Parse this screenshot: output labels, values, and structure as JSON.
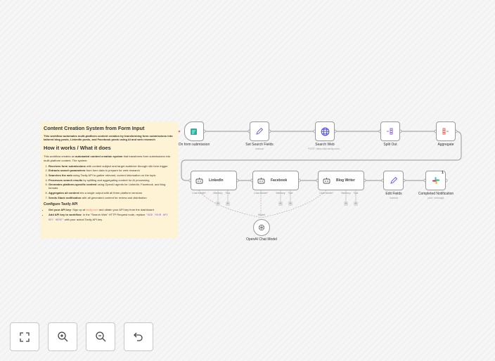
{
  "sticky_note": {
    "title": "Content Creation System from Form Input",
    "intro": "This workflow automates multi-platform content creation by transforming form submissions into tailored blog posts, LinkedIn posts, and Facebook posts using AI and web research",
    "how_title": "How it works / What it does",
    "how_intro_pre": "This workflow creates an ",
    "how_intro_bold": "automated content creation system",
    "how_intro_post": " that transforms form submissions into multi-platform content. The system:",
    "steps": [
      {
        "bold": "Receives form submissions",
        "text": " with content subject and target audience through n8n form trigger"
      },
      {
        "bold": "Extracts search parameters",
        "text": " from form data to prepare for web research"
      },
      {
        "bold": "Searches the web",
        "text": " using Tavily API to gather relevant, current information on the topic"
      },
      {
        "bold": "Processes search results",
        "text": " by splitting and aggregating content for AI processing"
      },
      {
        "bold": "Generates platform-specific content",
        "text": " using OpenAI agents for LinkedIn, Facebook, and blog formats"
      },
      {
        "bold": "Aggregates all content",
        "text": " into a single output with all three platform versions"
      },
      {
        "bold": "Sends Slack notification",
        "text": " with all generated content for review and distribution"
      }
    ],
    "config_title": "Configure Tavily API",
    "config_items": [
      {
        "bold": "Get your API key",
        "pre": ": Sign up at ",
        "link": "tavily.com",
        "post": " and obtain your API key from the dashboard"
      },
      {
        "bold": "Add API key to workflow",
        "pre": ": In the \"Search Web\" HTTP Request node, replace ",
        "code": "\"ADD YOUR API KEY HERE\"",
        "post": " with your actual Tavily API key"
      }
    ]
  },
  "nodes": {
    "form": {
      "label": "On form submission"
    },
    "set_search": {
      "label": "Set Search Fields",
      "sub": "manual"
    },
    "search_web": {
      "label": "Search Web",
      "sub": "POST: https://api.tavily.com/..."
    },
    "split_out": {
      "label": "Split Out"
    },
    "aggregate": {
      "label": "Aggregate"
    },
    "linkedin": {
      "label": "LinkedIn"
    },
    "facebook": {
      "label": "Facebook"
    },
    "blog": {
      "label": "Blog Writer"
    },
    "edit_fields": {
      "label": "Edit Fields",
      "sub": "manual"
    },
    "slack": {
      "label": "Completed Notification",
      "sub": "post: message",
      "badge": "1"
    },
    "openai": {
      "label": "OpenAI Chat Model",
      "port": "Model"
    }
  },
  "ports": {
    "chat_model": "Chat Model",
    "memory": "Memory",
    "tool": "Tool",
    "required": "*"
  },
  "controls": {
    "fit": "fit-view",
    "zoom_in": "zoom-in",
    "zoom_out": "zoom-out",
    "undo": "undo"
  },
  "colors": {
    "accent": "#ff6d5a",
    "sticky": "#fff3d6"
  }
}
